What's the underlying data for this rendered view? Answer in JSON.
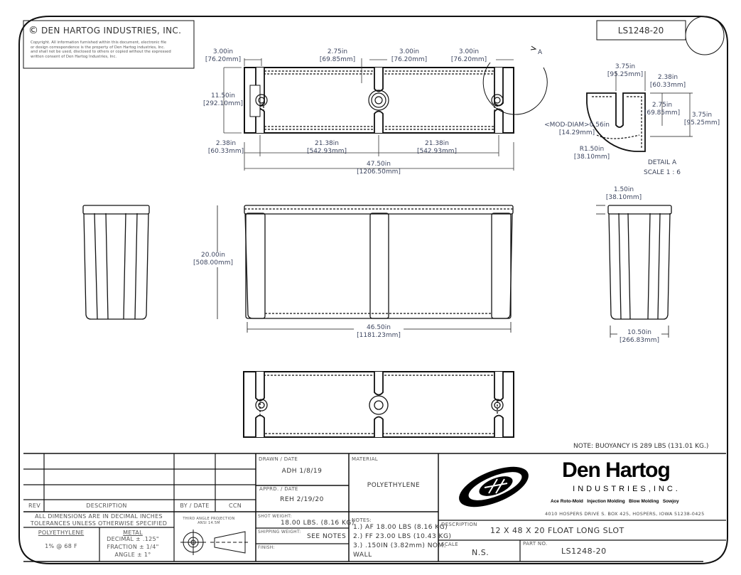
{
  "header": {
    "company_title": "DEN HARTOG INDUSTRIES, INC.",
    "copyright_symbol": "©",
    "copyright_lines": [
      "Copyright. All information furnished within this document, electronic file",
      "or design correspondence is the property of Den Hartog industries, Inc.",
      "and shall not be used, disclosed to others or copied without the expressed",
      "written consent of Den Hartog Industries, Inc."
    ],
    "part_number_box": "LS1248-20"
  },
  "top_view": {
    "dims": [
      {
        "in": "3.00in",
        "mm": "[76.20mm]"
      },
      {
        "in": "2.75in",
        "mm": "[69.85mm]"
      },
      {
        "in": "3.00in",
        "mm": "[76.20mm]"
      },
      {
        "in": "3.00in",
        "mm": "[76.20mm]"
      },
      {
        "in": "11.50in",
        "mm": "[292.10mm]"
      },
      {
        "in": "2.38in",
        "mm": "[60.33mm]"
      },
      {
        "in": "21.38in",
        "mm": "[542.93mm]"
      },
      {
        "in": "21.38in",
        "mm": "[542.93mm]"
      },
      {
        "in": "47.50in",
        "mm": "[1206.50mm]"
      }
    ],
    "detail_callout": "A"
  },
  "detail_a": {
    "dims": [
      {
        "in": "3.75in",
        "mm": "[95.25mm]"
      },
      {
        "in": "2.38in",
        "mm": "[60.33mm]"
      },
      {
        "in": "2.75in",
        "mm": "[69.85mm]"
      },
      {
        "in": "3.75in",
        "mm": "[95.25mm]"
      },
      {
        "in": "<MOD-DIAM>0.56in",
        "mm": "[14.29mm]"
      },
      {
        "in": "R1.50in",
        "mm": "[38.10mm]"
      }
    ],
    "title": "DETAIL A",
    "scale": "SCALE 1 : 6"
  },
  "front_view": {
    "dims": [
      {
        "in": "20.00in",
        "mm": "[508.00mm]"
      },
      {
        "in": "46.50in",
        "mm": "[1181.23mm]"
      }
    ]
  },
  "side_view": {
    "dims": [
      {
        "in": "1.50in",
        "mm": "[38.10mm]"
      },
      {
        "in": "10.50in",
        "mm": "[266.83mm]"
      }
    ]
  },
  "buoyancy_note": "NOTE: BUOYANCY IS 289 LBS (131.01 KG.)",
  "title_block": {
    "rev_headers": {
      "rev": "REV",
      "description": "DESCRIPTION",
      "by_date": "BY / DATE",
      "ccn": "CCN"
    },
    "tolerance_lines": [
      "ALL DIMENSIONS ARE IN DECIMAL INCHES",
      "TOLERANCES UNLESS OTHERWISE SPECIFIED"
    ],
    "poly_title": "POLYETHYLENE",
    "poly_value": "1% @ 68  F",
    "metal_title": "METAL",
    "metal_lines": [
      "DECIMAL ± .125\"",
      "FRACTION ± 1/4\"",
      "ANGLE ± 1°"
    ],
    "projection_lines": [
      "THIRD ANGLE PROJECTION",
      "ANSI 14.5M"
    ],
    "drawn_label": "DRAWN / DATE",
    "drawn_value": "ADH 1/8/19",
    "approved_label": "APPRD. / DATE",
    "approved_value": "REH 2/19/20",
    "material_label": "MATERIAL",
    "material_value": "POLYETHYLENE",
    "shot_weight_label": "SHOT WEIGHT:",
    "shot_weight_value": "18.00 LBS. (8.16 KG)",
    "shipping_weight_label": "SHIPPING WEIGHT:",
    "shipping_weight_value": "SEE NOTES",
    "finish_label": "FINISH:",
    "notes_label": "NOTES:",
    "notes": [
      "1.) AF 18.00 LBS (8.16 KG)",
      "2.) FF 23.00 LBS (10.43 KG)",
      "3.) .150IN (3.82mm) NOM.",
      "WALL"
    ],
    "logo_name": "Den Hartog",
    "logo_sub": "INDUSTRIES,INC.",
    "divisions": [
      "Ace Roto-Mold",
      "Injection Molding",
      "Blow Molding",
      "Sowjoy"
    ],
    "address": "4010 HOSPERS DRIVE S.  BOX 425, HOSPERS, IOWA 51238-0425",
    "description_label": "DESCRIPTION",
    "description_value": "12 X 48 X 20 FLOAT LONG SLOT",
    "scale_label": "SCALE",
    "scale_value": "N.S.",
    "part_no_label": "PART NO.",
    "part_no_value": "LS1248-20"
  }
}
